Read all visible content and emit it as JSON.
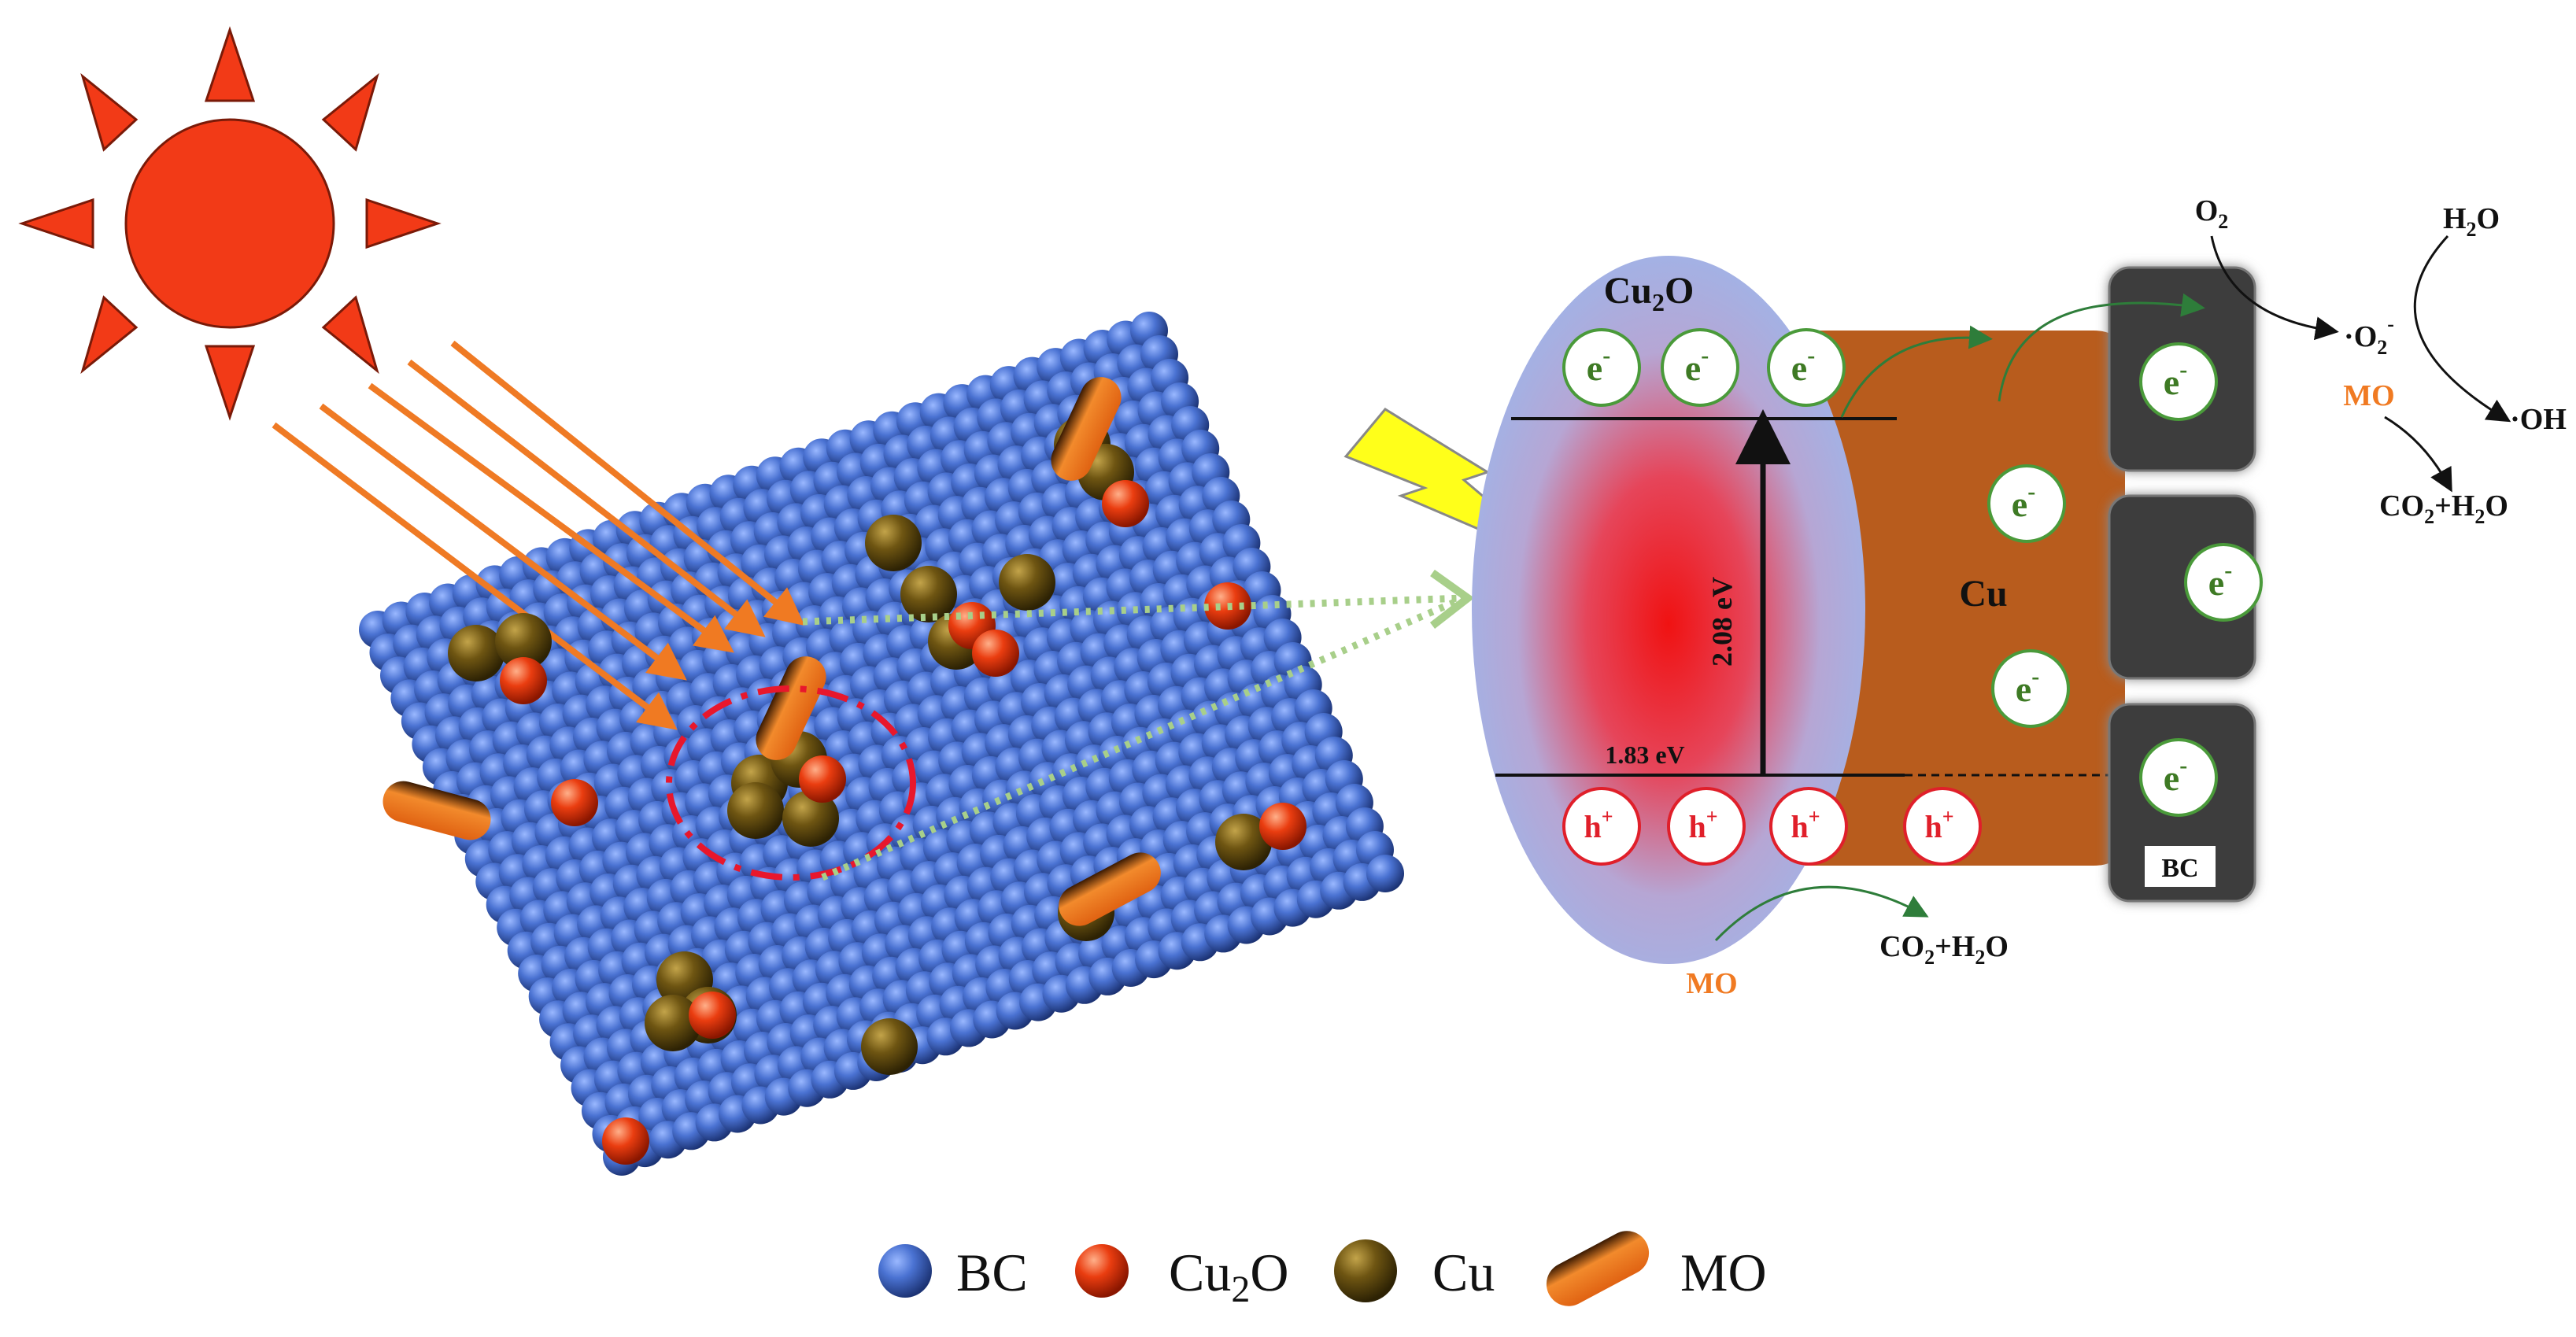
{
  "colors": {
    "bc": "#3f66c4",
    "cu2o": "#e8380f",
    "cu": "#6b5210",
    "mo": "#f07a22",
    "sun": "#f23a17",
    "cu_block": "#b85c1d",
    "bc_block": "#3c3c3c",
    "electron_text": "#3e7a24",
    "hole_text": "#e01f2a",
    "mo_text": "#f07a22"
  },
  "icons": [
    "sun-icon",
    "lightning-icon"
  ],
  "labels": {
    "cu2o_main": "Cu",
    "cu2o_sub": "2",
    "cu2o_end": "O",
    "cu": "Cu",
    "bandgap": "2.08 eV",
    "level": "1.83 eV",
    "bc_tag": "BC",
    "electron": "e",
    "electron_sup": "-",
    "hole": "h",
    "hole_sup": "+",
    "mo_bottom": "MO",
    "mo_right": "MO",
    "products_bottom_a": "CO",
    "products_bottom_sub": "2",
    "products_bottom_b": "+H",
    "products_bottom_sub2": "2",
    "products_bottom_c": "O",
    "o2_a": "O",
    "o2_sub": "2",
    "h2o_a": "H",
    "h2o_sub": "2",
    "h2o_b": "O",
    "superoxide_a": "·O",
    "superoxide_sub": "2",
    "superoxide_sup": "-",
    "hydroxyl": "·OH",
    "products_right_a": "CO",
    "products_right_sub": "2",
    "products_right_b": "+H",
    "products_right_sub2": "2",
    "products_right_c": "O"
  },
  "legend": [
    {
      "text_a": "BC",
      "sub": "",
      "text_b": ""
    },
    {
      "text_a": "Cu",
      "sub": "2",
      "text_b": "O"
    },
    {
      "text_a": "Cu",
      "sub": "",
      "text_b": ""
    },
    {
      "text_a": "MO",
      "sub": "",
      "text_b": ""
    }
  ]
}
